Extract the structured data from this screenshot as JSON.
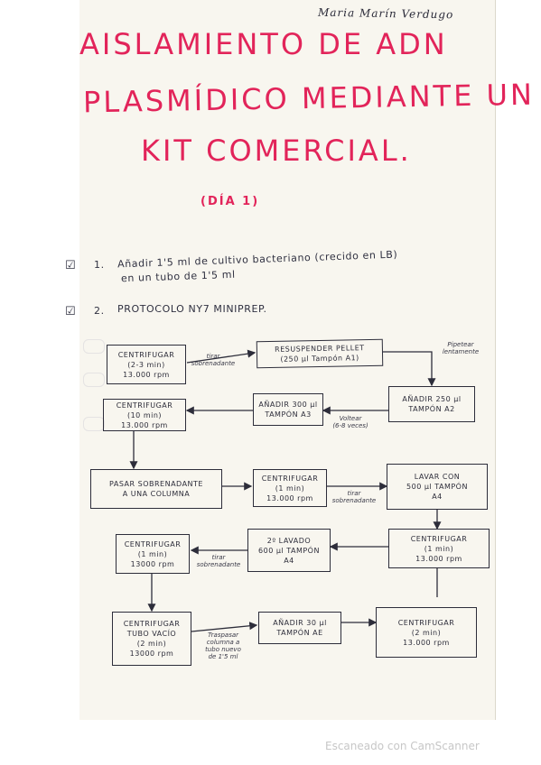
{
  "author": "Maria Marín Verdugo",
  "title": {
    "line1": "AISLAMIENTO DE ADN",
    "line2": "PLASMÍDICO MEDIANTE UN",
    "line3": "KIT COMERCIAL."
  },
  "subtitle": "(DÍA 1)",
  "steps": [
    {
      "check": "☑",
      "number": "1.",
      "text_line1": "Añadir 1'5 ml de cultivo bacteriano  (crecido en LB)",
      "text_line2": "en un tubo de 1'5 ml"
    },
    {
      "check": "☑",
      "number": "2.",
      "text_line1": "PROTOCOLO NY7 MINIPREP.",
      "text_line2": ""
    }
  ],
  "flowchart": {
    "boxes": {
      "centrifugar_1": "CENTRIFUGAR\n(2-3 min)\n13.000 rpm",
      "resuspender": "RESUSPENDER PELLET\n(250 µl Tampón A1)",
      "anadir_a2": "AÑADIR 250 µl\nTAMPÓN A2",
      "anadir_a3": "AÑADIR 300 µl\nTAMPÓN A3",
      "centrifugar_2": "CENTRIFUGAR\n(10 min)\n13.000 rpm",
      "pasar": "PASAR SOBRENADANTE\nA UNA COLUMNA",
      "centrifugar_3": "CENTRIFUGAR\n(1 min)\n13.000 rpm",
      "lavar": "LAVAR CON\n500 µl TAMPÓN\nA4",
      "centrifugar_4": "CENTRIFUGAR\n(1 min)\n13.000 rpm",
      "segundo_lavado": "2º LAVADO\n600 µl TAMPÓN\nA4",
      "centrifugar_5": "CENTRIFUGAR\n(1 min)\n13000 rpm",
      "centrifugar_vacio": "CENTRIFUGAR\nTUBO VACÍO\n(2 min)\n13000 rpm",
      "anadir_ae": "AÑADIR 30 µl\nTAMPÓN AE",
      "centrifugar_6": "CENTRIFUGAR\n(2 min)\n13.000 rpm"
    },
    "notes": {
      "tirar_sobrenadante_1": "tirar\nsobrenadante",
      "pipetear": "Pipetear\nlentamente",
      "voltear": "Voltear\n(6-8 veces)",
      "tirar_sobrenadante_2": "tirar\nsobrenadante",
      "tirar_sobrenadante_3": "tirar\nsobrenadante",
      "traspasar": "Traspasar\ncolumna a\ntubo nuevo\nde 1'5 ml"
    }
  },
  "footer": "Escaneado con CamScanner",
  "colors": {
    "title": "#e2245a",
    "ink": "#2d2d3a",
    "paper": "#f8f6ef"
  }
}
